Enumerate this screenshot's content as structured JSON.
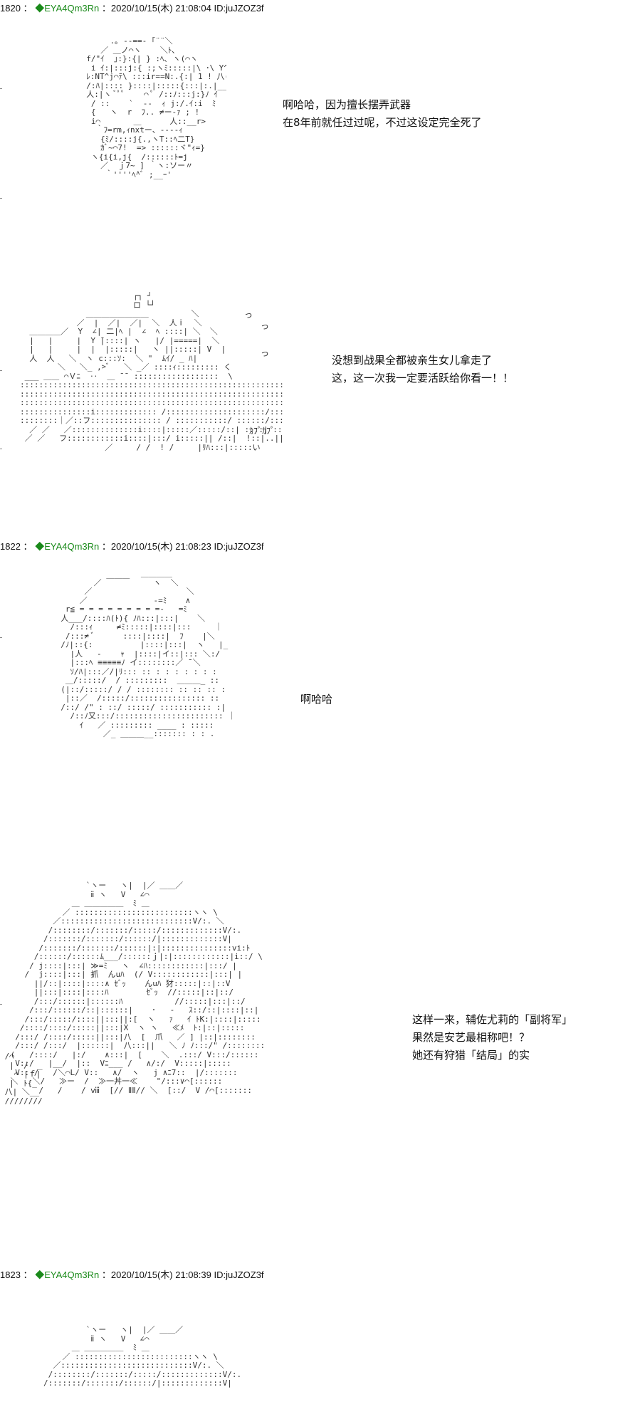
{
  "posts": [
    {
      "number": "1820",
      "sep": "：",
      "diamond": "◆",
      "trip": "EYA4Qm3Rn",
      "datetime": "：2020/10/15(木) 21:08:04",
      "id": "ID:juJZOZ3f"
    },
    {
      "number": "1822",
      "sep": "：",
      "diamond": "◆",
      "trip": "EYA4Qm3Rn",
      "datetime": "：2020/10/15(木) 21:08:23",
      "id": "ID:juJZOZ3f"
    },
    {
      "number": "1823",
      "sep": "：",
      "diamond": "◆",
      "trip": "EYA4Qm3Rn",
      "datetime": "：2020/10/15(木) 21:08:39",
      "id": "ID:juJZOZ3f"
    }
  ],
  "dialogue": {
    "panel1": [
      "啊哈哈，因为擅长摆弄武器",
      "在8年前就任过过呢，不过这设定完全死了"
    ],
    "panel2": [
      "没想到战果全都被亲生女儿拿走了",
      "这，这一次我一定要活跃给你看一！！"
    ],
    "panel3": [
      "啊哈哈"
    ],
    "panel4": [
      "这样一来，辅佐尤莉的「副将军」",
      "果然是安艺最相称吧！？",
      "她还有狩猎「结局」的实"
    ]
  },
  "sfx": {
    "kapukapu": "ｶﾌﾟｶﾌﾟ",
    "tsu1": "っ",
    "tsu2": "っ",
    "tsu3": "っ"
  },
  "art": {
    "aa1": "       .｡ -‐==‐ ｢¨¨＼\n     ／ ＿ノ⌒ヽ    ＼ﾄ､\n  f/\"ｲ  ｣:}:{| } :ﾍ､ ヽ(⌒ヽ\n   i ｲ:|:::j:{ :;ヽﾐ:::::|\\ ･\\ Y^ }\n  ﾚ:NT^j⌒ﾃ\\ :::ir==N:.{:| 1 ! 八(⌒\n  /:ﾊ|:::: }::::|:::::{:::|:.|__|:_-1 }\n  人:|ヽ ﾞﾟﾟ    ⌒ ﾟ /::ﾉ:::j:}ﾉ ｲ\n   / ::    `  -‐  ｨ j:/.ｲ:i  ﾐ\n   {   ヽ  r  ﾌ.. ≠ー-ｧ ; !\n   i⌒       ＿      人::__r>\n    ｀ﾌ=rm,ｨnxtー、‐‐‐‐ｨ\n     {ﾐ/::::j{.,ヽT::ﾍ二T}\n     ｶﾞ~⌒7!  => ::::::ヾ\"ｨ=}\n   ヽ{i{i,j{  /::::::ﾄ=j\n     ／  ｊ7~ ] ｀ヽ:ソー〃\n      ｀''''ﾍ^ﾞ ;__ｰ'",
    "aa2": "                        ┌┐ ┘\n                        ロ └┘\n              ＿＿＿＿＿＿＿＿         ＼\n            ／  |  ／|  ／|  ＼  人ｉ  ＼\n  ＿＿＿＿／  Y  ∠| 二|ﾍ |  ∠  ﾍ ::::| ＼  ＼\n  |   |     |  Y ̄|::::| ヽ   |/ |=====|  ＼ \n  |   |     |  |  |:::::|   ヽ ||:::::| V  |\n  人  人   ＼  ヽ c:::ｿ:  ＼ \"  ﾑｲ/ _ ﾊ|\n        ＼   ＼_ ,>ﾞ   ＼ _／ ::::ｨ::::::::: く\n ___ ＿＿ ⌒Ｖﾆ  ‥  ＿ ̄ ̄  ::::::::::::::::::  \\\n:::::::::::::::::::::::::::::::::::::::::::::::::::::::::::::::::::::::::::: \\\n::::::::::::::::::::::::::::::::::::::::::::::::::::::::::::::::::::::::::::::::／\n:::::::::::::::::::::::::::::::::::::::::::::::::::::::::::::::::::::::::::::::::::\n:::::::::::::::i::::::::::::: /:::::::::::::::::::::/::::::::::::::::::::::::::: .. .\n::::::::｜／::フ::::::::::::::: / :::::::::::/ ::::::/::::::∧:: :: .: :. :.\n  ／ ／   ／::::::::::::::i::::|:::::／:::::/::| ::::| :::: |::/| !::::: ! :\n ／ ／   フ::::::::::::i::::|:::/ i:::::|| /::|  !::|..||::|!: :::\n                  ／     / /  ! /     |ﾘﾊ:::|:::::い",
    "aa3": "                   ＿＿＿＿\n         ／ ￣￣￣     ヽ  ＼\n       ／                    ＼\n      ／              -=ﾐ    ∧\n   r≦ = = = = = = = = =-   =ﾐ\n  人___/::::ﾊ(ﾄ){ ﾉﾊ:::|:::|    ＼\n    /:::ｨ     ≠ﾐ:::::|::::|:::     ｜\n   /:::≠ ﾞ      ::::|::::|  ﾌ    |＼\n  /ﾉ|::{:          |::::|:::|  ヽ   |_\n    |人   -    ｬ  |::::|イ::|::: ＼:/\n    |:::ﾍ ≡≡≡≡≡ﾉ イ::::::::／ ̄ ＼\n    ｿ/ﾊ|:::／/|ﾘ::: :: : : : : : : :\n   ＿/:::::/  / :::::::::  ＿＿＿_ ::\n  (|::/:::::/ / / :::::::: :: :: :: :\n   |::／  /:::::/:::::::::::::::: ::\n  /::/ /\" : ::/ :::::/ ::::::::::: :|\n    /::ﾉ又:::/::::::::::::::::::::::: ｜\n      ｲ   ／ ::::::::: ____ : :::::\n           ／_ ＿＿＿__::::::: : : .",
    "aa4": "                 `ヽー   ヽ|  |／ ＿＿／\n                  ⅱ ヽ   V   ∠⌒\n              ＿ ＿＿＿＿＿  ﾐ ＿\n            ／ :::::::::::::::::::::::::ヽヽ \\\n          ／::::::::::::::::::::::::::::V/:. ＼\n         /::::::::/:::::::/:::::/:::::::::::::V/:.\n        /:::::::/:::::::/::::::/|:::::::::::::V|\n       /:::::::/:::::::/::::::|:|:::::::::::::::vi:ﾄ\n      /::::::/::::::ﾑ___/::::::ｊ|:|::::::::::::|i::/ \\\n     / j::::|:::| ≫=ﾐ   ヽ  ∠ﾊ::::::::::::|:::/ |\n    /  j::::|:::| 抓  んuﾊ  (/ V::::::::::::|:::| |\n      ||/::|::::|::::∧ ｾﾞｯ    んuﾊ 犲:::::|::|::V\n      ||:::|::::|::::ﾊ        ｾﾞｯ  //:::::|::|::/\n      /:::/::::::|::::::ﾊ           //:::::|:::|::/\n     /:::/::::::/::|::::::|    ･   -   ｽ::/::|::::|::|\n    /:::/:::::/::::||:::||:[  ヽ   ｧ   ｲ ﾄK:|::::|:::::\n   /::::/::::/:::::||:::|X  ヽ ヽ   ≪ﾒ  ﾄ:|::|:::::\n  /:::/ /::::/:::::||:::|八  [  爪   ／ ] |::|::::::::\n  /:::/ /:::/  |::::::|  八:::||   ＼ ﾉ ﾉ:::/\" /::::::::\n (   /::::/   |:/    ∧:::|  [    ＼  .:::/ V:::/::::::\n  V::/   |__/  |::  Vﾆ___ /   ∧/:/  V:::::|:::::\n  V:: /   /＼⌒L/ V::   ∧/  ヽ   j ∧ﾆ7::  |/:::::::\n ＼   ＼/   ≫ー  /  ≫一丼一≪    \"/:::∨⌒[::::::\n       /   /    / ⅷ  [// ⅡⅡ// ＼  [::/  V /⌒[:::::::",
    "aa4left": " /⌒\n  |  /  _\n   ⌒ |ｆ|\n  |  ﾄ{_ \n 八| ＼__\n ////////",
    "aa5": "                 `ヽー   ヽ|  |／ ＿＿／\n                  ⅱ ヽ   V   ∠⌒\n              ＿ ＿＿＿＿＿  ﾐ ＿\n            ／ :::::::::::::::::::::::::ヽヽ \\\n          ／::::::::::::::::::::::::::::V/:. ＼\n         /::::::::/:::::::/:::::/:::::::::::::V/:.\n        /:::::::/:::::::/::::::/|:::::::::::::V|"
  }
}
